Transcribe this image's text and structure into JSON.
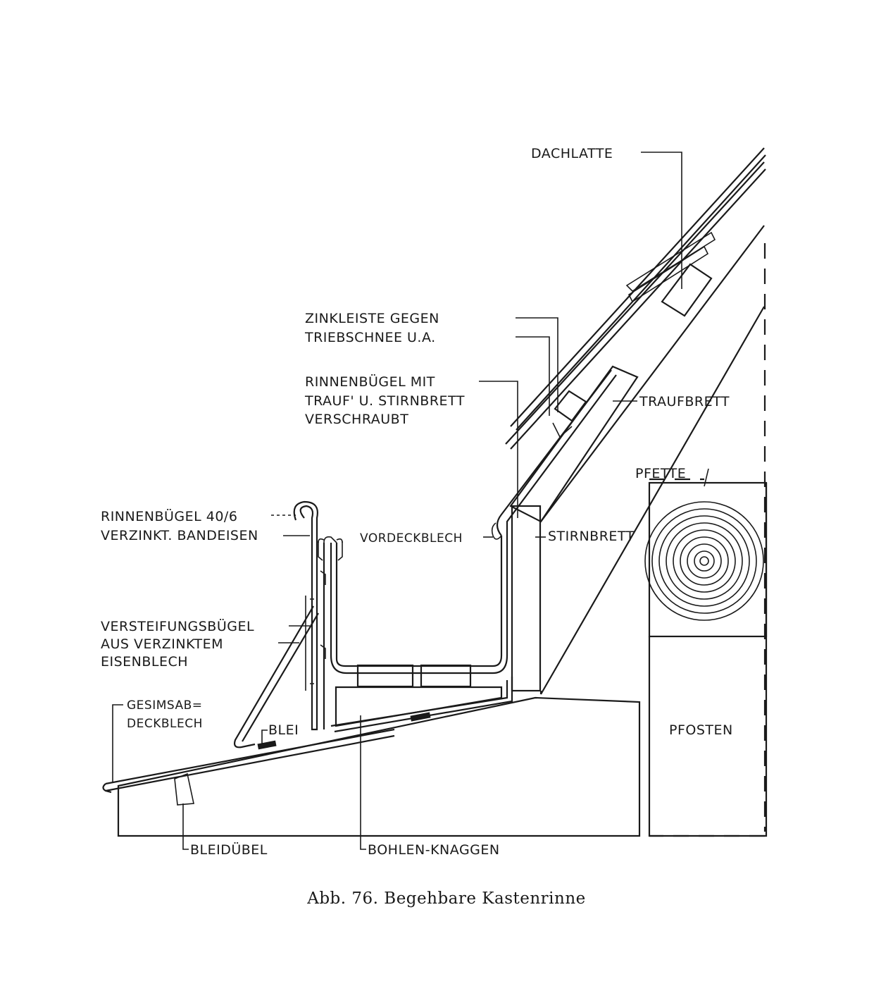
{
  "figure": {
    "caption": "Abb. 76. Begehbare Kastenrinne"
  },
  "labels": {
    "dachlatte": "DACHLATTE",
    "zinkleiste_1": "ZINKLEISTE GEGEN",
    "zinkleiste_2": "TRIEBSCHNEE U.A.",
    "rinnenbuegel_mit_1": "RINNENBÜGEL MIT",
    "rinnenbuegel_mit_2": "TRAUF' U. STIRNBRETT",
    "rinnenbuegel_mit_3": "VERSCHRAUBT",
    "traufbrett": "TRAUFBRETT",
    "pfette": "PFETTE",
    "rinnenbuegel_406_1": "RINNENBÜGEL 40/6",
    "rinnenbuegel_406_2": "VERZINKT. BANDEISEN",
    "vordeckblech": "VORDECKBLECH",
    "stirnbrett": "STIRNBRETT",
    "versteifung_1": "VERSTEIFUNGSBÜGEL",
    "versteifung_2": "AUS VERZINKTEM",
    "versteifung_3": "EISENBLECH",
    "gesims_1": "GESIMSAB=",
    "gesims_2": "DECKBLECH",
    "blei": "BLEI",
    "pfosten": "PFOSTEN",
    "bleiduebel": "BLEIDÜBEL",
    "bohlen_knaggen": "BOHLEN-KNAGGEN"
  }
}
